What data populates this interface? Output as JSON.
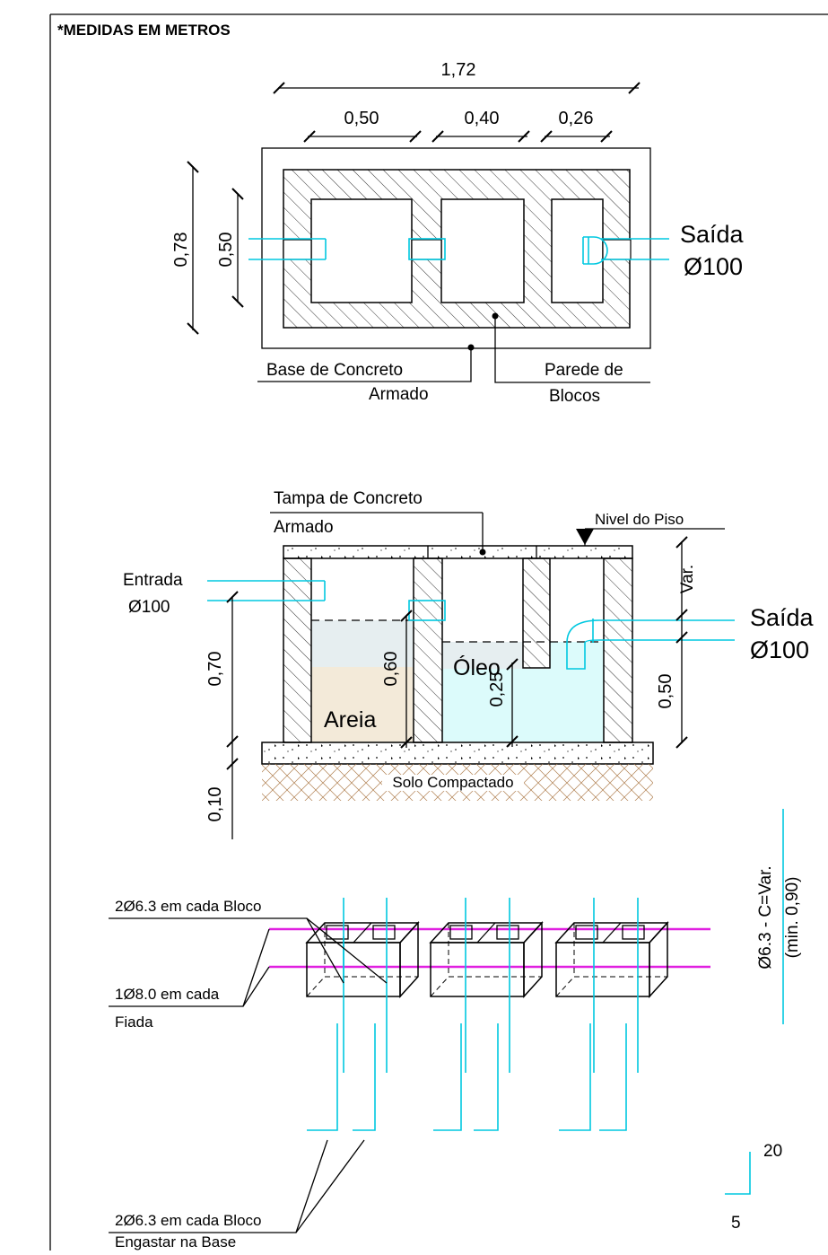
{
  "header": {
    "note": "*MEDIDAS EM METROS"
  },
  "plan": {
    "dim_total": "1,72",
    "dim_chamber1": "0,50",
    "dim_chamber2": "0,40",
    "dim_chamber3": "0,26",
    "dim_outer_height": "0,78",
    "dim_inner_height": "0,50",
    "outlet_label": "Saída",
    "outlet_diameter": "Ø100",
    "base_label_line1": "Base de Concreto",
    "base_label_line2": "Armado",
    "wall_label_line1": "Parede de",
    "wall_label_line2": "Blocos"
  },
  "section": {
    "lid_label_line1": "Tampa de Concreto",
    "lid_label_line2": "Armado",
    "floor_level": "Nivel do Piso",
    "inlet_label": "Entrada",
    "inlet_diameter": "Ø100",
    "outlet_label": "Saída",
    "outlet_diameter": "Ø100",
    "dim_var": "Var.",
    "dim_060": "0,60",
    "dim_070": "0,70",
    "dim_025": "0,25",
    "dim_050": "0,50",
    "dim_010": "0,10",
    "oil_label": "Óleo",
    "sand_label": "Areia",
    "soil_label": "Solo Compactado"
  },
  "rebar": {
    "vertical_bars_label": "2Ø6.3 em cada Bloco",
    "horizontal_bar_label_line1": "1Ø8.0 em cada",
    "horizontal_bar_label_line2": "Fiada",
    "anchor_label_line1": "2Ø6.3 em cada Bloco",
    "anchor_label_line2": "Engastar na Base",
    "bar_spec_line1": "Ø6.3 - C=Var.",
    "bar_spec_line2": "(min. 0,90)",
    "hook_length": "20",
    "hook_bottom": "5"
  },
  "colors": {
    "pipe": "#00c8e0",
    "rebar_horizontal": "#e020e0",
    "sand_fill": "#f3ead9",
    "oil_fill": "#e6eef0",
    "water_fill": "#dcfbfb"
  }
}
